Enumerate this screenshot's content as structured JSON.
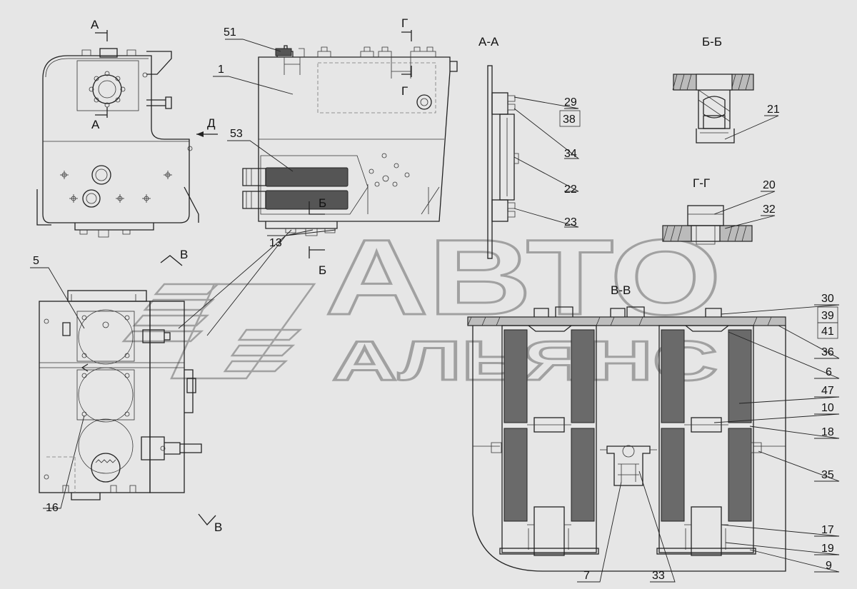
{
  "sections": {
    "a_top": "А",
    "a_bottom": "А",
    "g_top": "Г",
    "g_mid": "Г",
    "d_arrow": "Д",
    "b_mid": "Б",
    "b_low": "Б",
    "v_top": "В",
    "v_bottom": "В",
    "aa_title": "А-А",
    "bb_title": "Б-Б",
    "gg_title": "Г-Г",
    "vv_title": "В-В"
  },
  "labels": {
    "l51": "51",
    "l1": "1",
    "l53": "53",
    "l13": "13",
    "l5": "5",
    "l16": "16",
    "l29": "29",
    "l38": "38",
    "l34": "34",
    "l22": "22",
    "l23": "23",
    "l21": "21",
    "l20": "20",
    "l32": "32",
    "l30": "30",
    "l39": "39",
    "l41": "41",
    "l36": "36",
    "l6": "6",
    "l47": "47",
    "l10": "10",
    "l18": "18",
    "l35": "35",
    "l17": "17",
    "l19": "19",
    "l9": "9",
    "l7": "7",
    "l33": "33"
  },
  "watermark": {
    "line1": "АВТО",
    "line2": "АЛЬЯНС",
    "color": "#8a8a8a"
  }
}
